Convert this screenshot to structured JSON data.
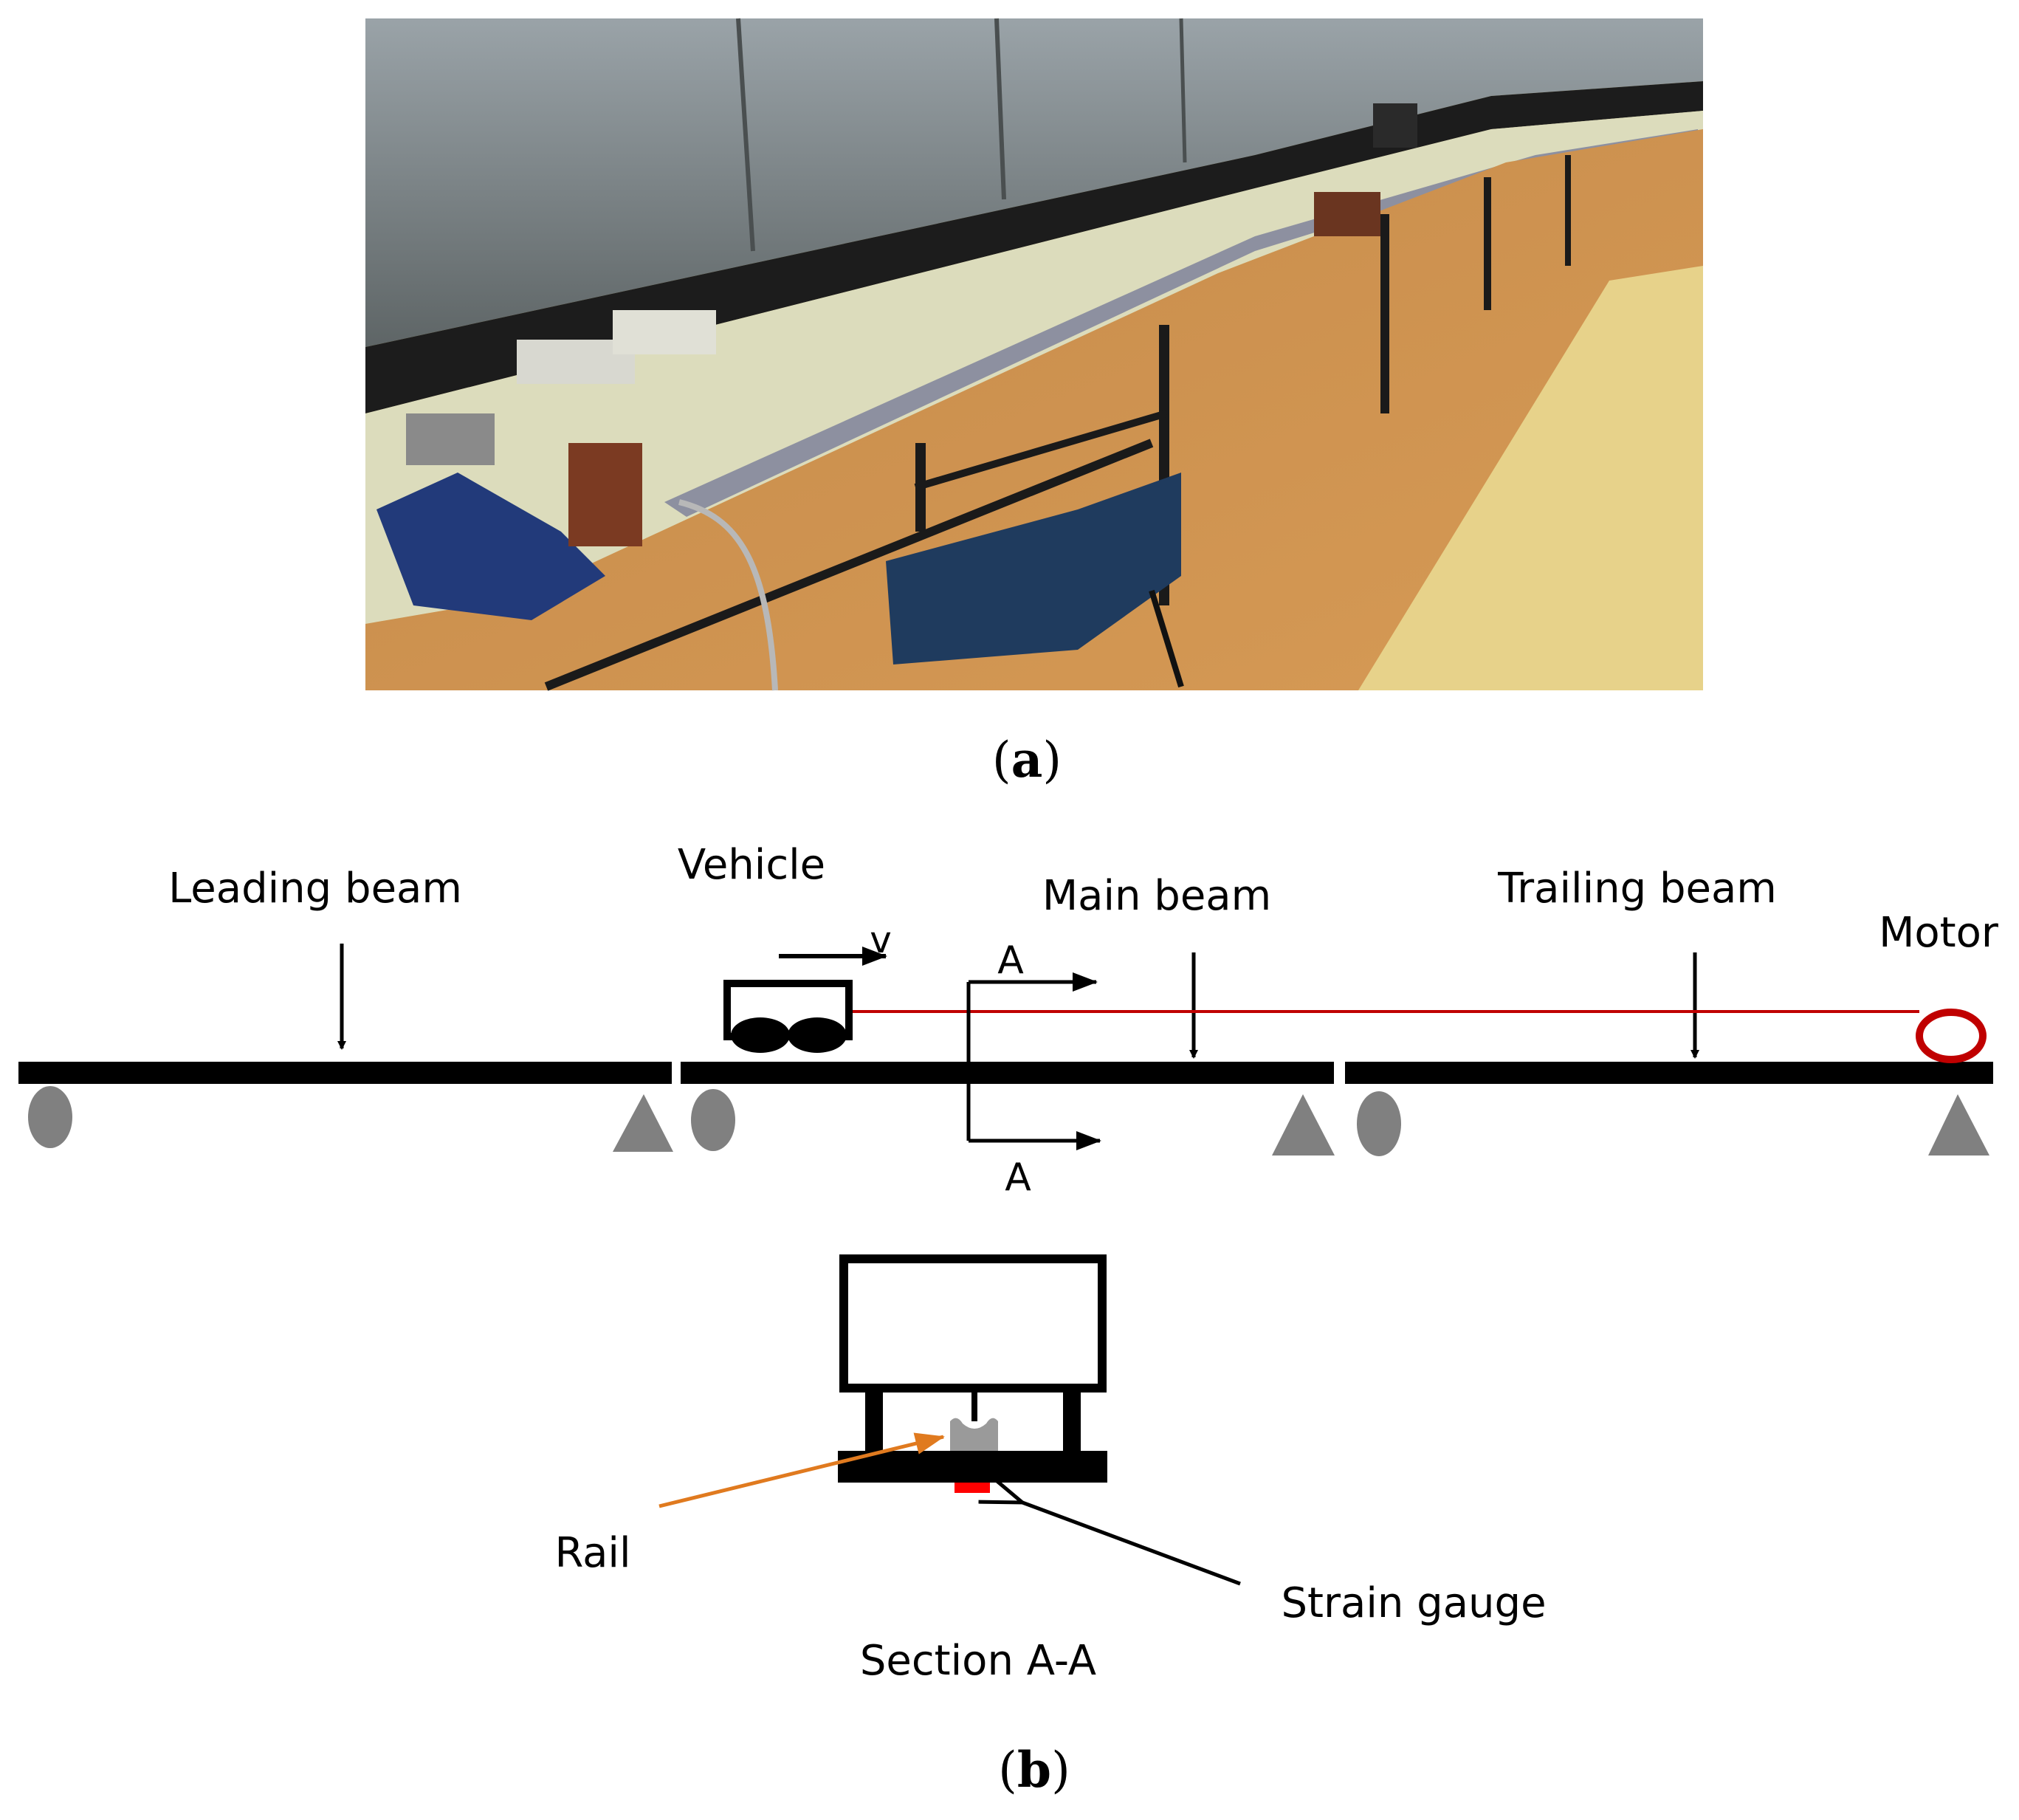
{
  "panel_a": {
    "caption_letter": "a",
    "photo_description_hidden": ""
  },
  "panel_b": {
    "caption_letter": "b",
    "labels": {
      "leading_beam": "Leading beam",
      "vehicle": "Vehicle",
      "velocity": "v",
      "main_beam": "Main beam",
      "trailing_beam": "Trailing beam",
      "motor": "Motor",
      "section_top": "A",
      "section_bottom": "A",
      "rail": "Rail",
      "strain_gauge": "Strain gauge",
      "section_title": "Section A-A"
    }
  },
  "colors": {
    "beam": "#000000",
    "support": "#808080",
    "cable": "#c00000",
    "rail_arrow": "#e07a1f",
    "strain_gauge": "#ff0000"
  }
}
